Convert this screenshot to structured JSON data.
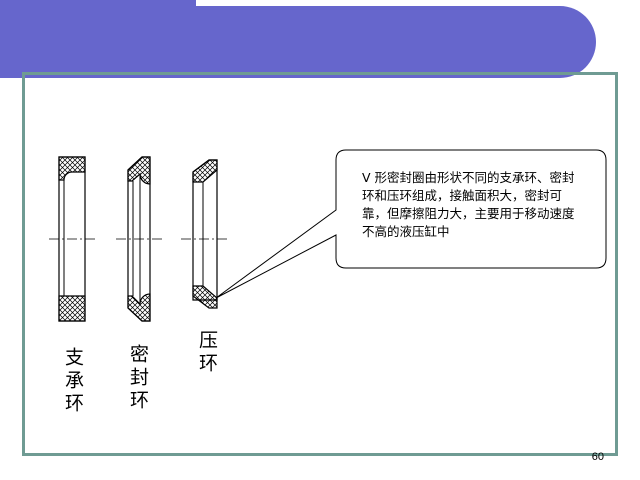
{
  "slide": {
    "callout": "V 形密封圈由形状不同的支承环、密封环和压环组成，接触面积大，密封可靠，但摩擦阻力大，主要用于移动速度不高的液压缸中",
    "labels": {
      "support_ring": "支承环",
      "seal_ring": "密封环",
      "pressure_ring": "压环"
    },
    "page_number": "60"
  },
  "colors": {
    "banner": "#6666cc",
    "frame": "#6f9b93",
    "hatch": "#000000"
  }
}
